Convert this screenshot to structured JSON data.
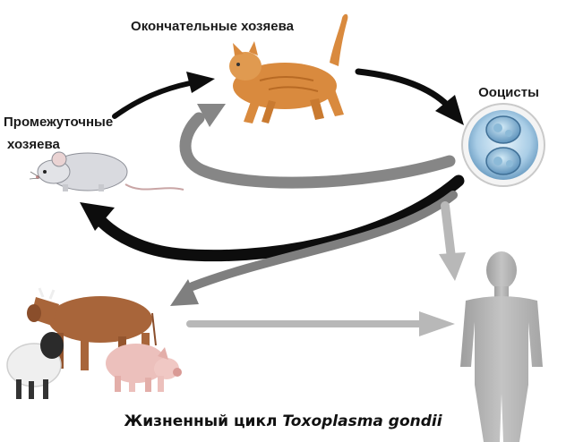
{
  "labels": {
    "definitive_hosts": "Окончательные хозяева",
    "oocysts": "Ооцисты",
    "intermediate_hosts_line1": "Промежуточные",
    "intermediate_hosts_line2": "хозяева"
  },
  "title": {
    "prefix": "Жизненный цикл ",
    "species": "Toxoplasma gondii"
  },
  "icons": [
    "cat-icon",
    "oocyst-dish-icon",
    "mouse-icon",
    "cow-icon",
    "sheep-icon",
    "pig-icon",
    "human-silhouette-icon"
  ],
  "colors": {
    "arrow_black": "#0d0d0d",
    "arrow_gray": "#8a8a8a",
    "arrow_light_gray": "#b8b8b8",
    "cat": "#d98a3e",
    "cow": "#a8653a",
    "pig": "#ecc0bc",
    "human": "#b3b3b3"
  }
}
